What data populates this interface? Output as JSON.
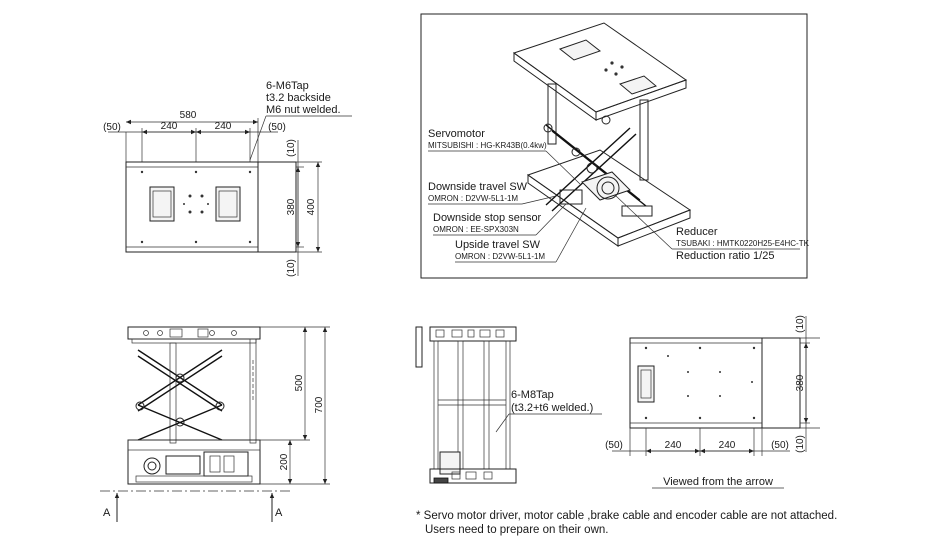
{
  "top_view": {
    "tap_note": [
      "6-M6Tap",
      "t3.2 backside",
      "M6 nut welded."
    ],
    "dim_total": "580",
    "dim_left_offset": "(50)",
    "dim_seg1": "240",
    "dim_seg2": "240",
    "dim_right_offset": "(50)",
    "dim_top_margin": "(10)",
    "dim_inner_height": "380",
    "dim_outer_height": "400",
    "dim_bottom_margin": "(10)"
  },
  "iso_view": {
    "servomotor_title": "Servomotor",
    "servomotor_model": "MITSUBISHI : HG-KR43B(0.4kw)",
    "down_sw_title": "Downside travel SW",
    "down_sw_model": "OMRON : D2VW-5L1-1M",
    "stop_sensor_title": "Downside stop sensor",
    "stop_sensor_model": "OMRON : EE-SPX303N",
    "up_sw_title": "Upside travel SW",
    "up_sw_model": "OMRON : D2VW-5L1-1M",
    "reducer_title": "Reducer",
    "reducer_model": "TSUBAKI : HMTK0220H25-E4HC-TK",
    "reducer_ratio": "Reduction ratio 1/25"
  },
  "front_view": {
    "dim_stroke": "500",
    "dim_total": "700",
    "dim_min": "200",
    "arrow_left": "A",
    "arrow_right": "A"
  },
  "side_view": {
    "tap_note": [
      "6-M8Tap",
      "(t3.2+t6 welded.)"
    ]
  },
  "arrow_view": {
    "dim_top_margin": "(10)",
    "dim_height": "380",
    "dim_bottom_margin": "(10)",
    "dim_left_offset": "(50)",
    "dim_seg1": "240",
    "dim_seg2": "240",
    "dim_right_offset": "(50)",
    "caption": "Viewed from the arrow"
  },
  "footnote": [
    "* Servo motor driver, motor cable ,brake cable and encoder cable are not attached.",
    "Users need to prepare on their own."
  ]
}
